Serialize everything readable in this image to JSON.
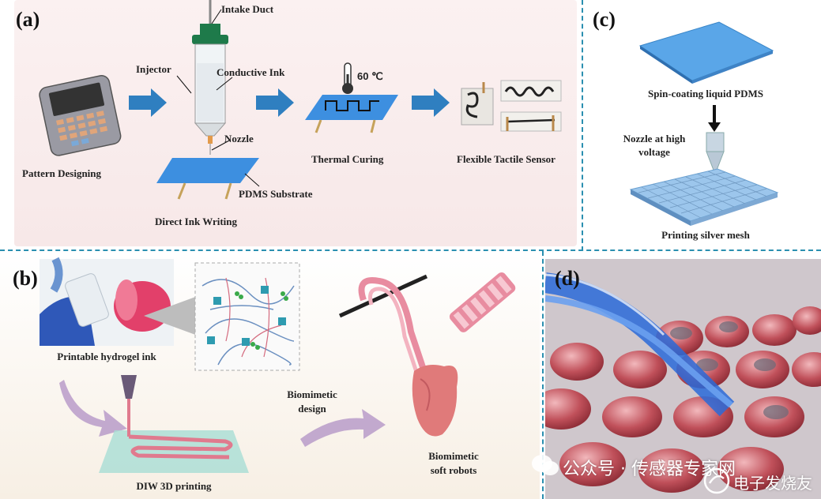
{
  "panel_a": {
    "label": "(a)",
    "intake_duct": "Intake Duct",
    "injector": "Injector",
    "conductive_ink": "Conductive Ink",
    "nozzle": "Nozzle",
    "pdms_substrate": "PDMS Substrate",
    "pattern_designing": "Pattern Designing",
    "direct_ink_writing": "Direct Ink Writing",
    "temperature": "60 ℃",
    "thermal_curing": "Thermal Curing",
    "flexible_tactile_sensor": "Flexible Tactile Sensor"
  },
  "panel_b": {
    "label": "(b)",
    "printable_hydrogel_ink": "Printable hydrogel ink",
    "biomimetic_design_1": "Biomimetic",
    "biomimetic_design_2": "design",
    "diw_3d_printing": "DIW 3D printing",
    "biomimetic_robots_1": "Biomimetic",
    "biomimetic_robots_2": "soft robots"
  },
  "panel_c": {
    "label": "(c)",
    "spin_coating": "Spin-coating liquid PDMS",
    "nozzle_high_voltage_1": "Nozzle at high",
    "nozzle_high_voltage_2": "voltage",
    "printing_silver_mesh": "Printing silver mesh"
  },
  "panel_d": {
    "label": "(d)"
  },
  "watermark": {
    "wechat": "公众号 · 传感器专家网",
    "site": "电子发烧友"
  },
  "colors": {
    "arrow_blue": "#2f7fc0",
    "substrate_blue": "#3d8fe0",
    "dash_teal": "#2a8fb0",
    "hydrogel_pink": "#e07a8e",
    "arrow_purple": "#b89bc9"
  }
}
